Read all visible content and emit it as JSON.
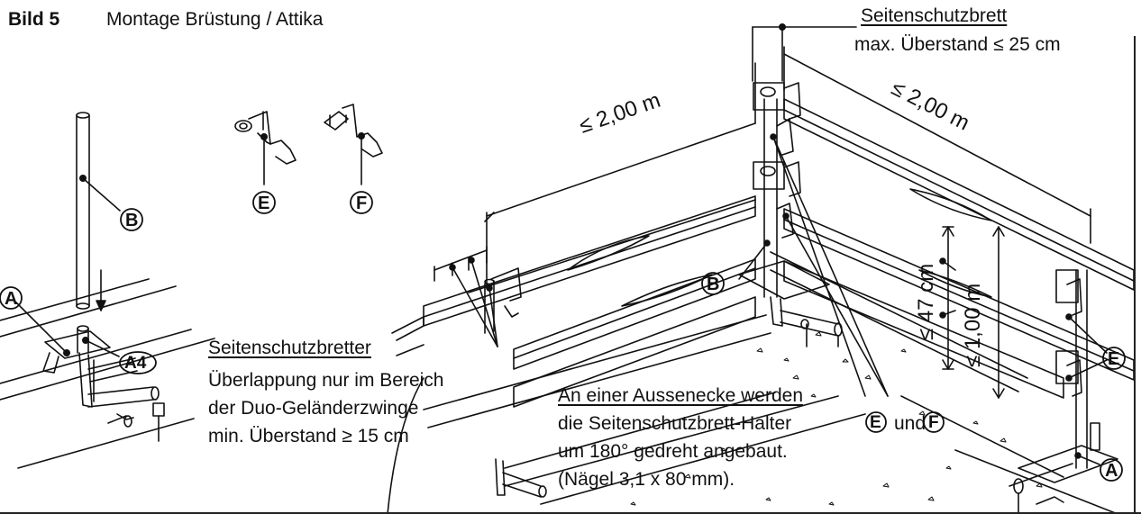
{
  "figure": {
    "label": "Bild 5",
    "title": "Montage Brüstung / Attika"
  },
  "parts": {
    "A": "A",
    "A4": "A4",
    "B": "B",
    "E": "E",
    "F": "F"
  },
  "dimensions": {
    "left_span": "≤ 2,00 m",
    "right_span": "≤ 2,00 m",
    "post_spacing": "≤ 47 cm",
    "height": "≤ 1,00 m"
  },
  "notes": {
    "top_right": {
      "heading": "Seitenschutzbrett",
      "line1": "max. Überstand ≤ 25 cm"
    },
    "left": {
      "heading": "Seitenschutzbretter",
      "line1": "Überlappung nur im Bereich",
      "line2": "der Duo-Geländerzwinge",
      "line3": "min. Überstand ≥ 15 cm"
    },
    "bottom": {
      "heading": "An einer Aussenecke werden",
      "line1_pre": "die Seitenschutzbrett-Halter",
      "line1_e": "E",
      "line1_mid": "und",
      "line1_f": "F",
      "line2": "um 180° gedreht angebaut.",
      "line3": "(Nägel 3,1 x 80 mm)."
    }
  }
}
